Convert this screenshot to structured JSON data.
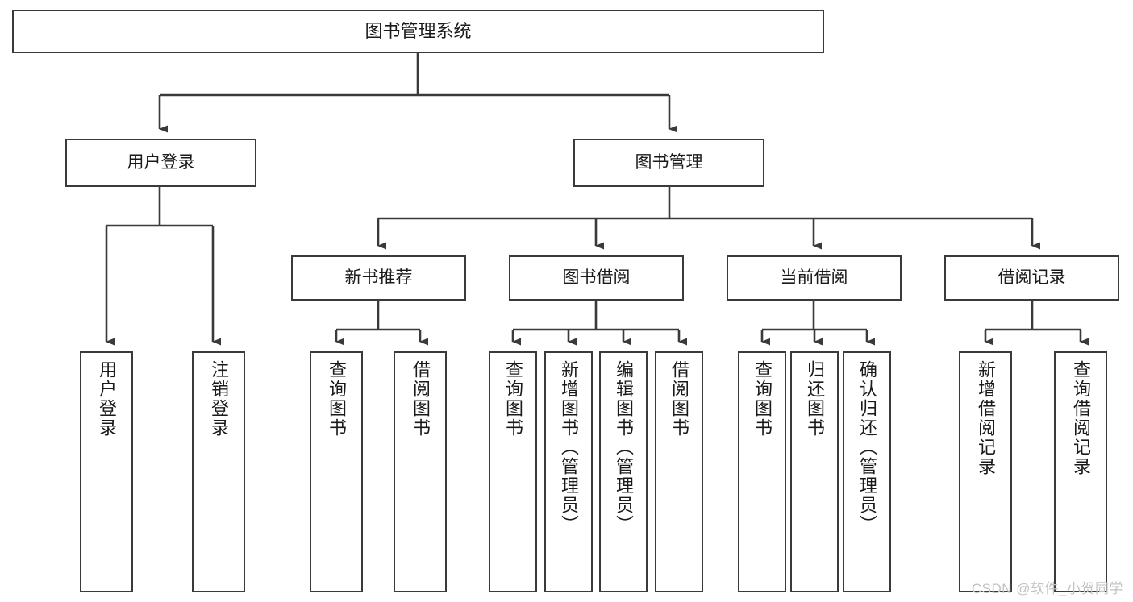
{
  "diagram": {
    "title": "图书管理系统",
    "type": "tree-hierarchy-diagram",
    "watermark": "CSDN @软件_小贺同学",
    "colors": {
      "box_border": "#3a3a3a",
      "box_fill": "#ffffff",
      "edge": "#3a3a3a",
      "text": "#1a1a1a",
      "watermark": "#c3c3c3",
      "background": "#ffffff"
    }
  },
  "nodes": {
    "root": {
      "label": "图书管理系统"
    },
    "level1": [
      {
        "id": "user-login",
        "label": "用户登录"
      },
      {
        "id": "book-management",
        "label": "图书管理"
      }
    ],
    "level2": [
      {
        "id": "new-book-recommend",
        "label": "新书推荐",
        "parent": "book-management"
      },
      {
        "id": "book-borrow",
        "label": "图书借阅",
        "parent": "book-management"
      },
      {
        "id": "current-borrow",
        "label": "当前借阅",
        "parent": "book-management"
      },
      {
        "id": "borrow-record",
        "label": "借阅记录",
        "parent": "book-management"
      }
    ],
    "leaves": {
      "user_login": [
        {
          "id": "leaf-user-login",
          "label": "用户登录"
        },
        {
          "id": "leaf-logout-login",
          "label": "注销登录"
        }
      ],
      "new_book_recommend": [
        {
          "id": "leaf-query-book-1",
          "label": "查询图书"
        },
        {
          "id": "leaf-borrow-book-1",
          "label": "借阅图书"
        }
      ],
      "book_borrow": [
        {
          "id": "leaf-query-book-2",
          "label": "查询图书"
        },
        {
          "id": "leaf-add-book",
          "label": "新增图书（管理员）"
        },
        {
          "id": "leaf-edit-book",
          "label": "编辑图书（管理员）"
        },
        {
          "id": "leaf-borrow-book-2",
          "label": "借阅图书"
        }
      ],
      "current_borrow": [
        {
          "id": "leaf-query-book-3",
          "label": "查询图书"
        },
        {
          "id": "leaf-return-book",
          "label": "归还图书"
        },
        {
          "id": "leaf-confirm-return",
          "label": "确认归还（管理员）"
        }
      ],
      "borrow_record": [
        {
          "id": "leaf-add-record",
          "label": "新增借阅记录"
        },
        {
          "id": "leaf-query-record",
          "label": "查询借阅记录"
        }
      ]
    }
  }
}
